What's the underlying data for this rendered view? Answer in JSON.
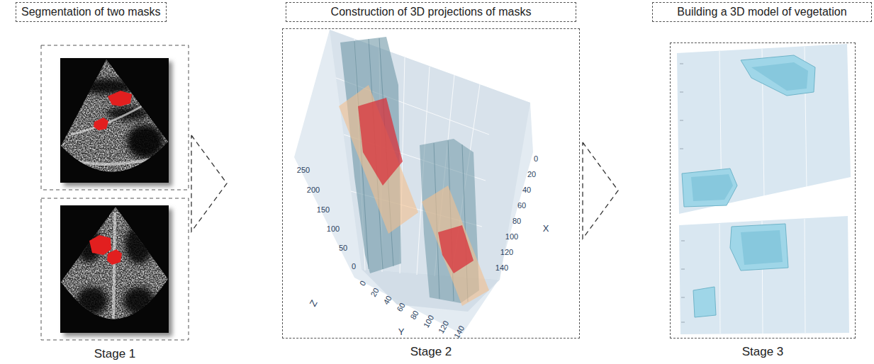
{
  "diagram": {
    "nodes": [
      {
        "text": [
          "Segmentation of two masks"
        ]
      },
      {
        "text": [
          "Stage 1"
        ]
      },
      {
        "text": [
          "Construction of 3D projections of masks"
        ]
      },
      {
        "text": [
          "Stage 2"
        ]
      },
      {
        "text": [
          "Building a 3D model of vegetation"
        ]
      },
      {
        "text": [
          "Stage 3"
        ]
      }
    ],
    "edges": [
      {
        "from": 1,
        "to": 3,
        "arrow": "to"
      },
      {
        "from": 3,
        "to": 5,
        "arrow": "to"
      }
    ],
    "labels": [
      "250",
      "200",
      "150",
      "100",
      "50",
      "0",
      "Z",
      "0",
      "20",
      "40",
      "60",
      "80",
      "100",
      "120",
      "140",
      "Y",
      "0",
      "20",
      "40",
      "60",
      "80",
      "100",
      "120",
      "140",
      "X"
    ]
  }
}
